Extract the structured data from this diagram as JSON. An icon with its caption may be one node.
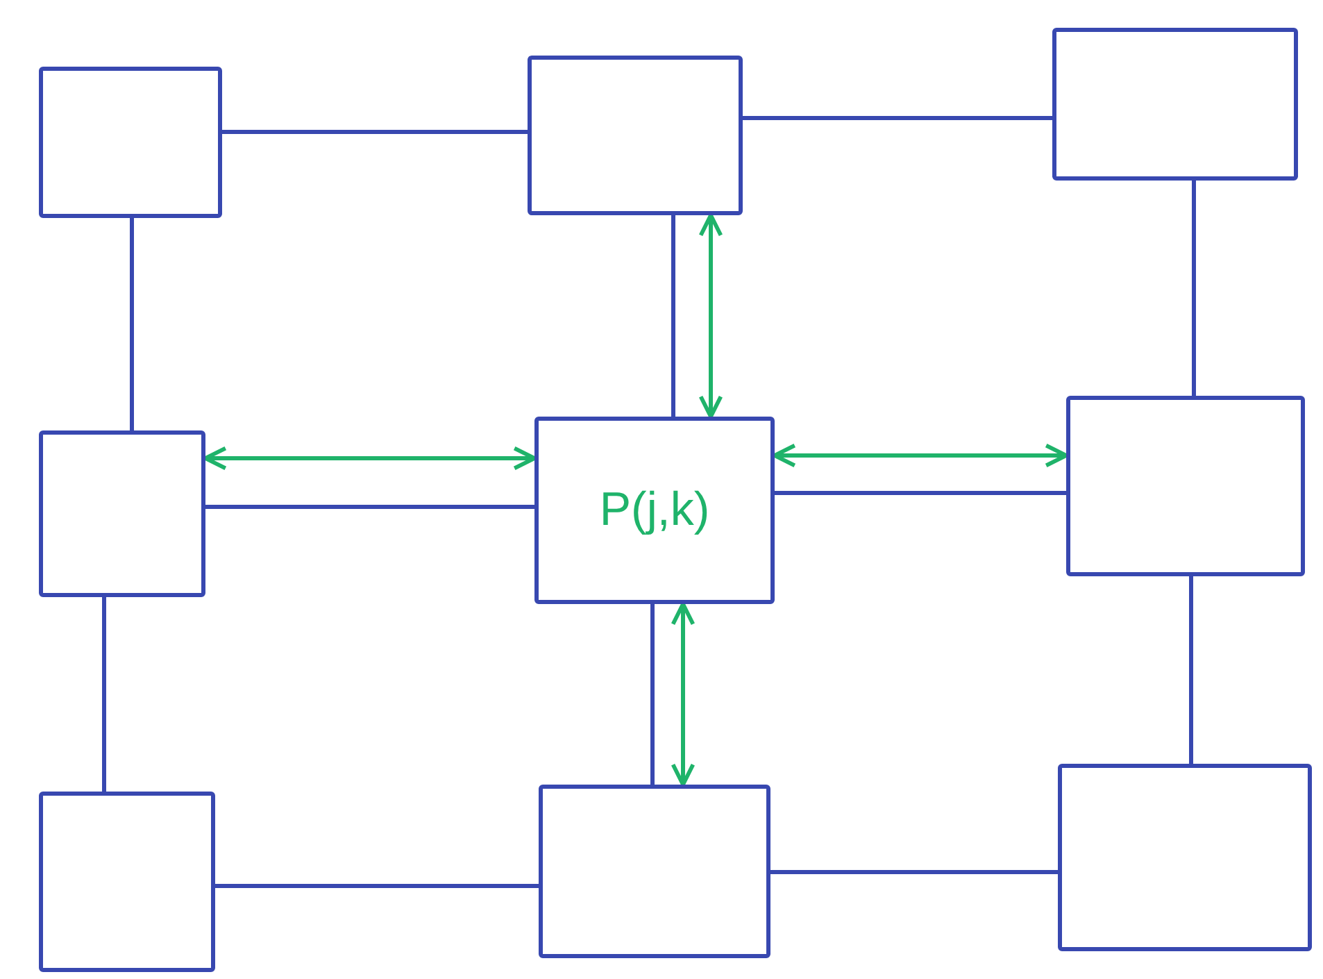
{
  "diagram": {
    "nodes": [
      {
        "text": [],
        "shape": "box"
      },
      {
        "text": [],
        "shape": "box"
      },
      {
        "text": [],
        "shape": "box"
      },
      {
        "text": [],
        "shape": "box"
      },
      {
        "text": [
          "P(j,k)"
        ]
      },
      {
        "text": [],
        "shape": "box"
      },
      {
        "text": [],
        "shape": "box"
      },
      {
        "text": [],
        "shape": "box"
      },
      {
        "text": [],
        "shape": "box"
      }
    ],
    "edges": [
      {
        "from": 0,
        "to": 1,
        "arrow": "none"
      },
      {
        "from": 1,
        "to": 2,
        "arrow": "none"
      },
      {
        "from": 0,
        "to": 3,
        "arrow": "none"
      },
      {
        "from": 1,
        "to": 4,
        "arrow": "none"
      },
      {
        "from": 2,
        "to": 5,
        "arrow": "none"
      },
      {
        "from": 3,
        "to": 4,
        "arrow": "none"
      },
      {
        "from": 4,
        "to": 5,
        "arrow": "none"
      },
      {
        "from": 3,
        "to": 6,
        "arrow": "none"
      },
      {
        "from": 4,
        "to": 7,
        "arrow": "none"
      },
      {
        "from": 5,
        "to": 8,
        "arrow": "none"
      },
      {
        "from": 6,
        "to": 7,
        "arrow": "none"
      },
      {
        "from": 7,
        "to": 8,
        "arrow": "none"
      },
      {
        "from": 4,
        "to": 1,
        "arrow": "both",
        "color": "#1fb36a"
      },
      {
        "from": 4,
        "to": 3,
        "arrow": "both",
        "color": "#1fb36a"
      },
      {
        "from": 4,
        "to": 5,
        "arrow": "both",
        "color": "#1fb36a"
      },
      {
        "from": 4,
        "to": 7,
        "arrow": "both",
        "color": "#1fb36a"
      }
    ]
  }
}
